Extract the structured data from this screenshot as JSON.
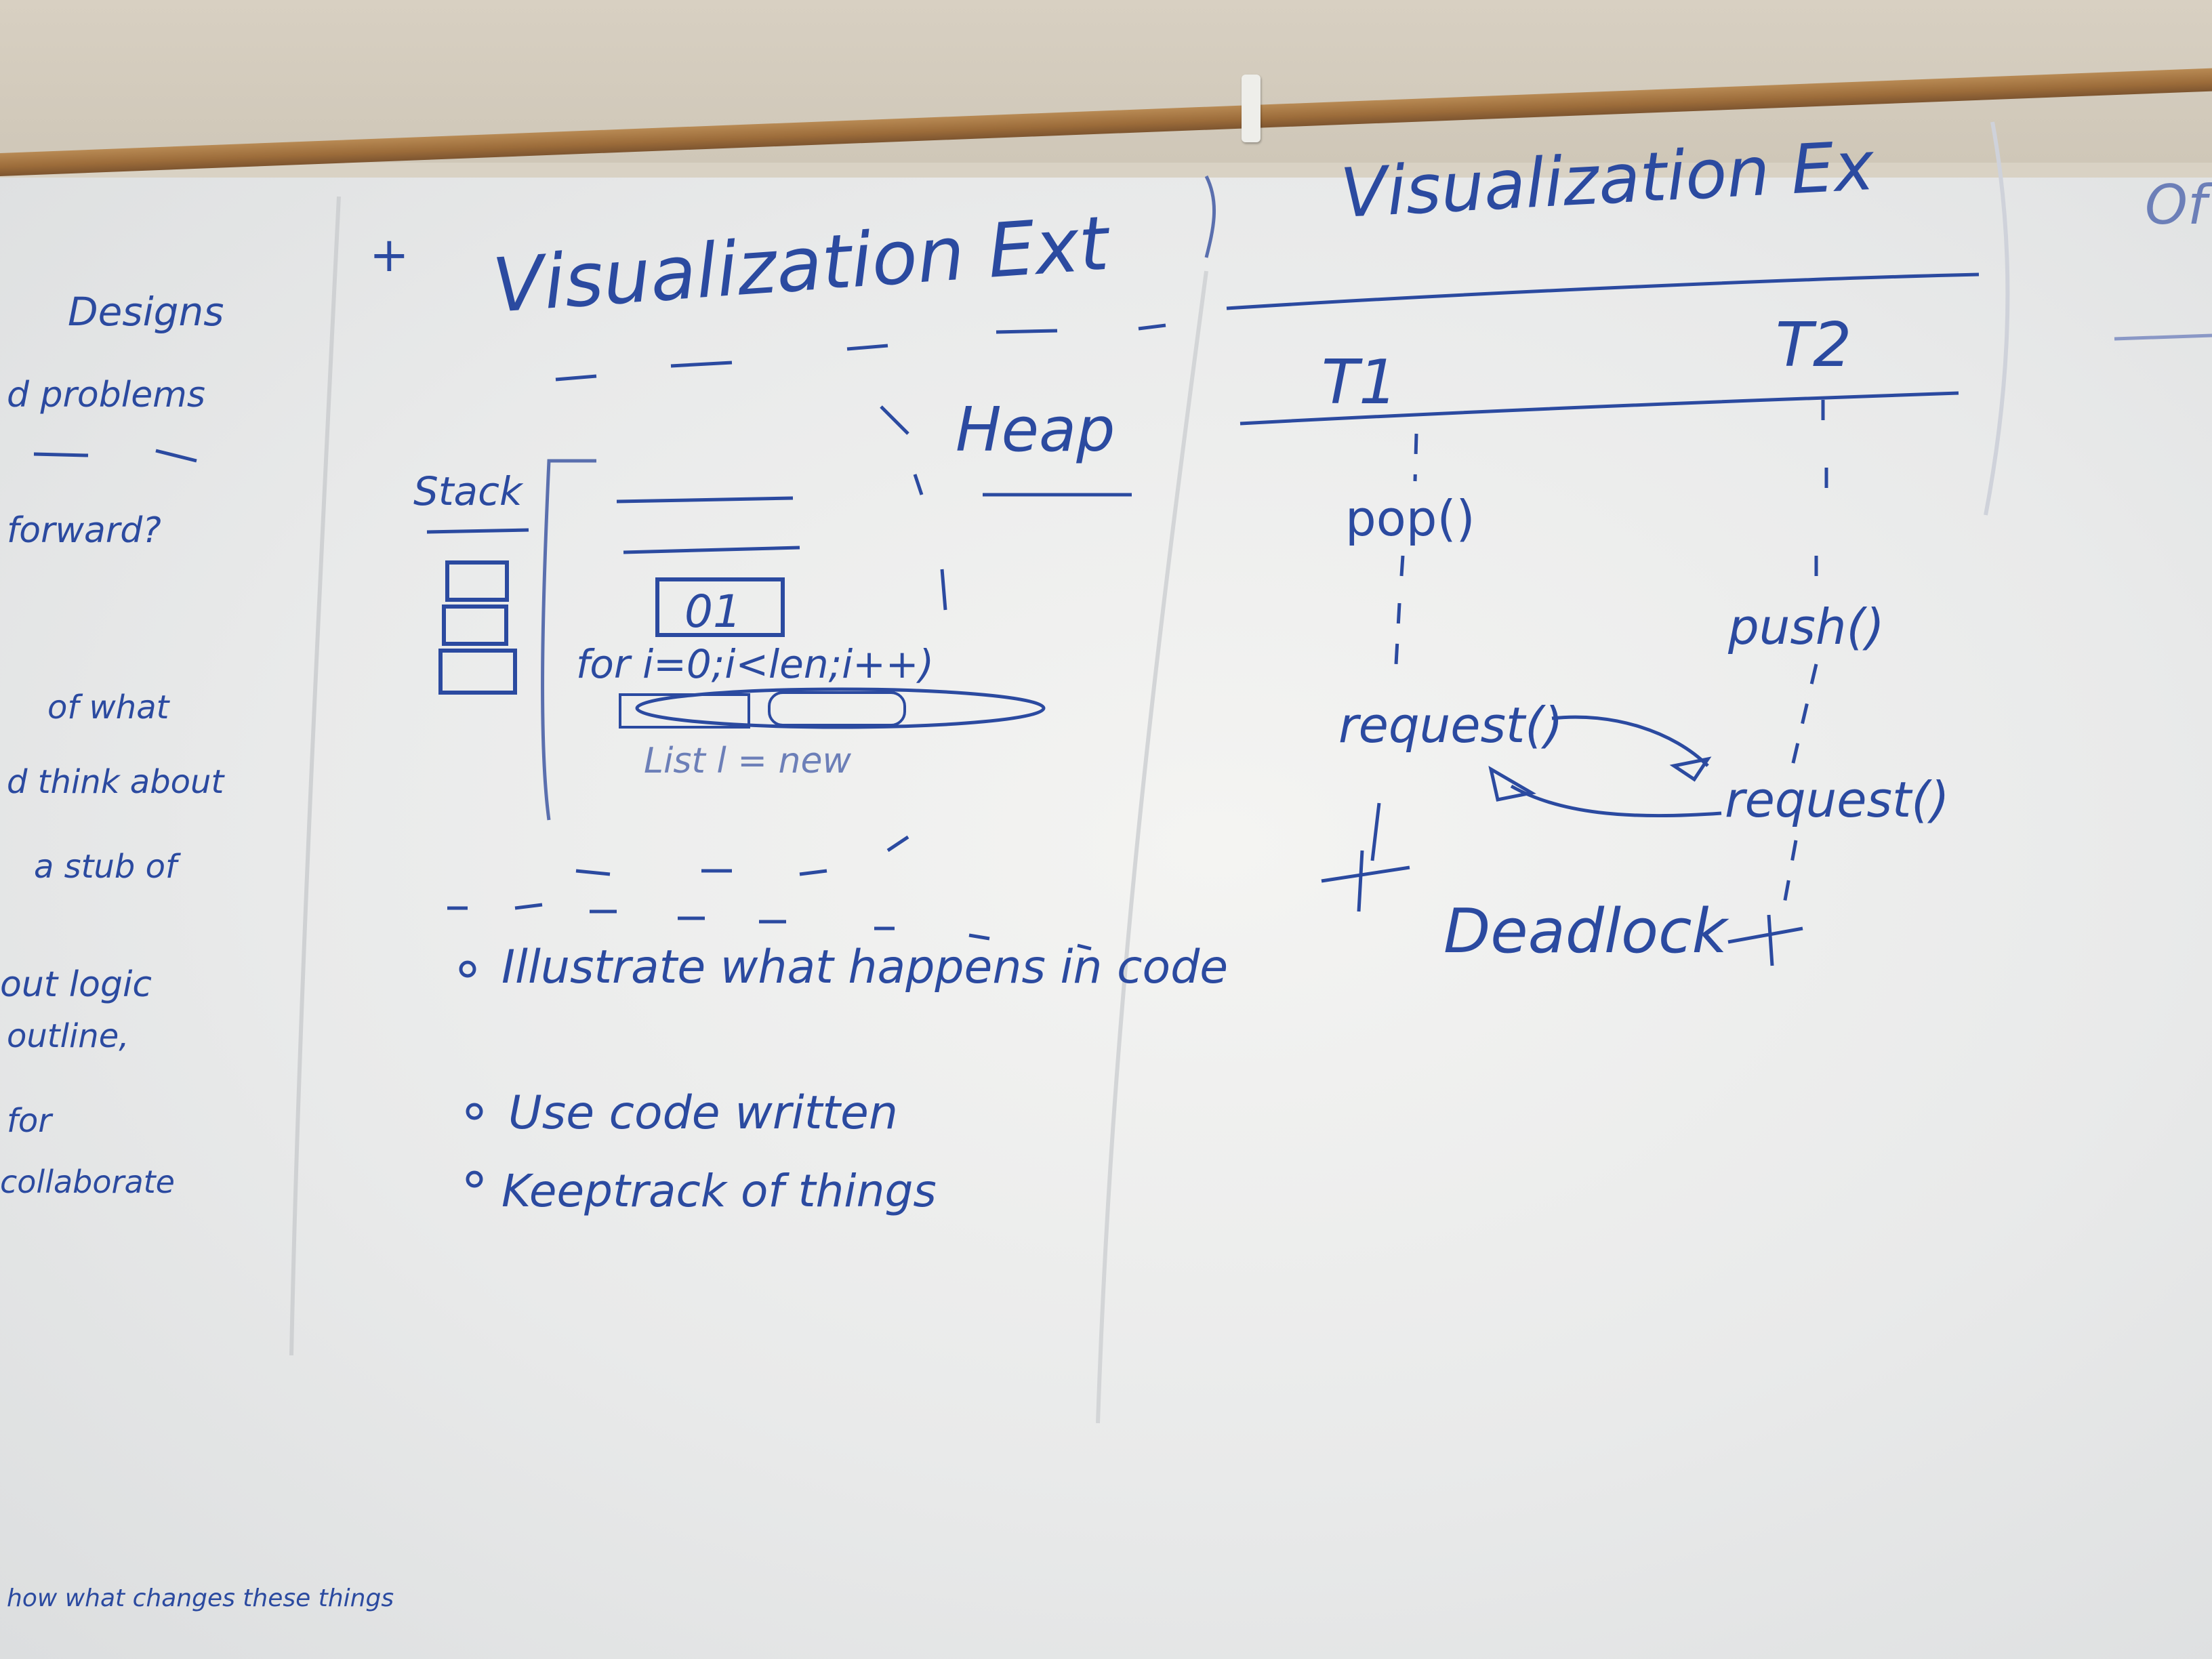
{
  "board": {
    "left_column_lines": [
      "Designs",
      "d problems",
      "forward?",
      "of what",
      "d think about",
      "a stub of",
      "out logic",
      "outline,",
      "for",
      "collaborate"
    ],
    "left_footer": "how what changes these things"
  },
  "middle": {
    "title": "Visualization Ext",
    "stack_label": "Stack",
    "heap_label": "Heap",
    "code_box": "01",
    "code_line1": "for i=0;i<len;i++)",
    "code_line2": "List l = new",
    "bullets": [
      "Illustrate what happens in code",
      "Use code written",
      "Keeptrack of things"
    ]
  },
  "right": {
    "title": "Visualization Ex",
    "thread1": "T1",
    "thread2": "T2",
    "t1_calls": [
      "pop()",
      "request()"
    ],
    "t2_calls": [
      "push()",
      "request()"
    ],
    "result": "Deadlock",
    "far_right": "Of"
  },
  "colors": {
    "marker": "#2b4aa0",
    "rail": "#9c6c3a",
    "board": "#eeeeec"
  }
}
